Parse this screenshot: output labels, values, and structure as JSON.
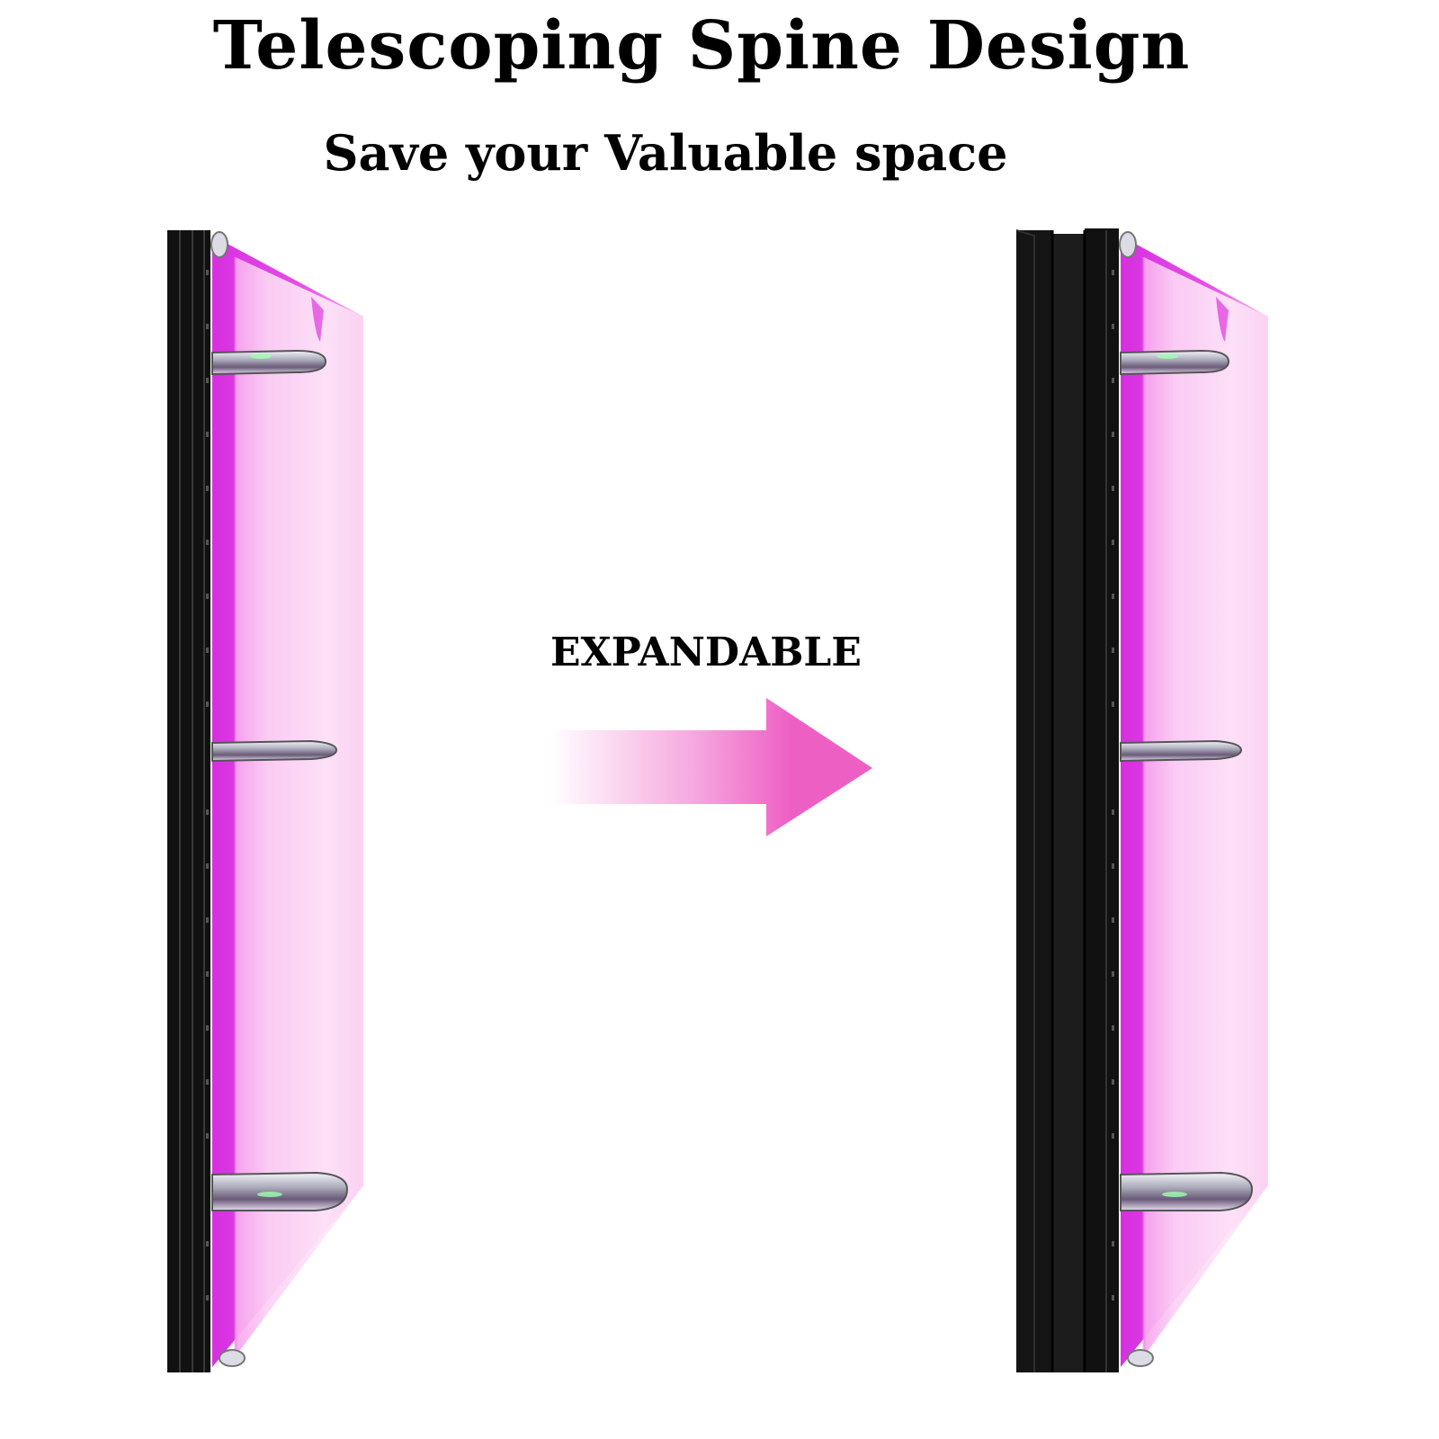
{
  "header": {
    "title": "Telescoping Spine Design",
    "subtitle": "Save your Valuable space"
  },
  "callout": {
    "label": "EXPANDABLE"
  },
  "colors": {
    "binder_magenta": "#e040e8",
    "binder_pink_light": "#fbd6f4",
    "spine_black": "#111111",
    "arrow_pink": "#ee5fc4",
    "ring_chrome": "#c8c8d4",
    "text": "#000000"
  },
  "illustrations": {
    "before": "binder-collapsed-spine",
    "after": "binder-expanded-spine",
    "arrow": "right-arrow-icon"
  }
}
